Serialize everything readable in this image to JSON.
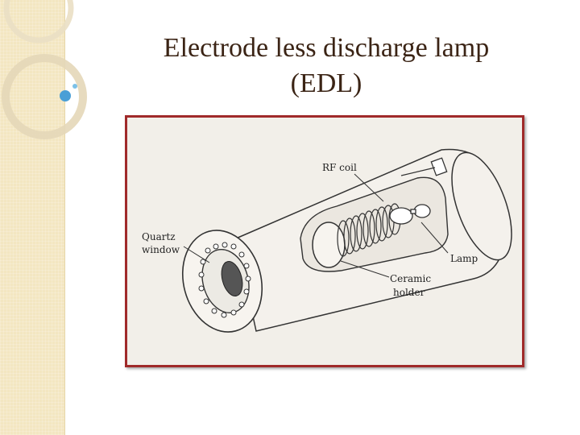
{
  "slide": {
    "title_line1": "Electrode less discharge lamp",
    "title_line2": "(EDL)"
  },
  "diagram": {
    "labels": {
      "rf_coil": "RF coil",
      "quartz_line1": "Quartz",
      "quartz_line2": "window",
      "lamp": "Lamp",
      "ceramic_line1": "Ceramic",
      "ceramic_line2": "holder"
    }
  },
  "colors": {
    "title": "#3b2415",
    "frame_border": "#a02a2a",
    "side_band": "#f3e6c1",
    "deco_bubble": "#4a9fd6"
  }
}
